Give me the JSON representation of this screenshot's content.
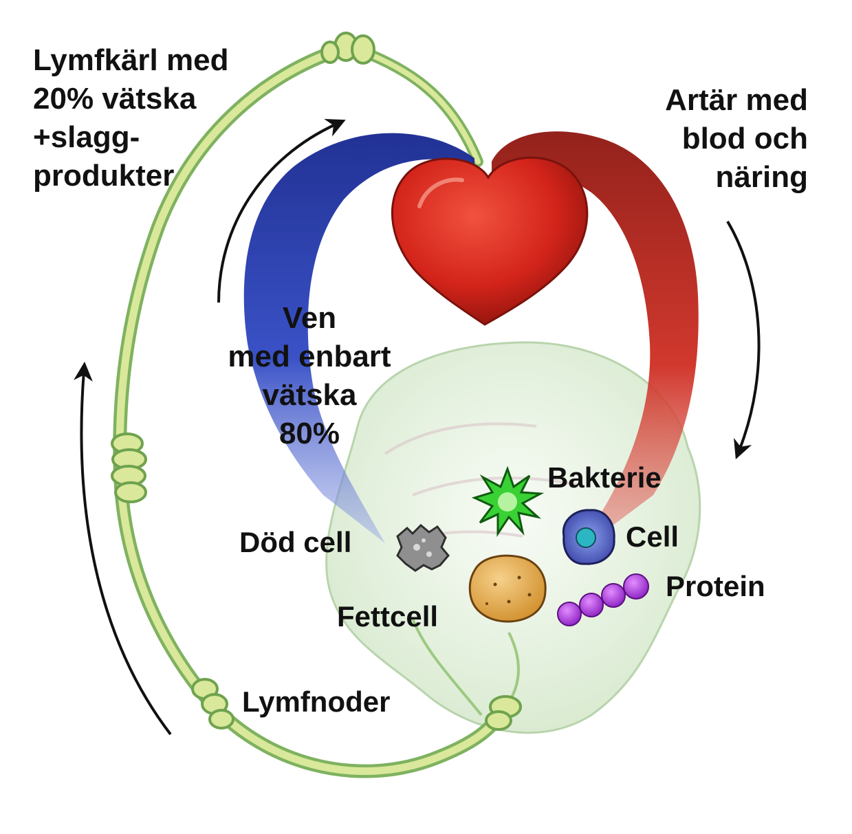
{
  "labels": {
    "lymph_vessel": [
      "Lymfkärl med",
      "20% vätska",
      "+slagg-",
      "produkter"
    ],
    "artery": [
      "Artär med",
      "blod och",
      "näring"
    ],
    "vein": [
      "Ven",
      "med enbart",
      "vätska",
      "80%"
    ],
    "bacteria": "Bakterie",
    "cell": "Cell",
    "protein": "Protein",
    "dead_cell": "Död cell",
    "fat_cell": "Fettcell",
    "lymph_nodes": "Lymfnoder"
  },
  "colors": {
    "artery": "#c8261d",
    "vein": "#2a3fb8",
    "heart": "#d42a1e",
    "lymph": "#c9de8a",
    "lymph_outline": "#7fb260",
    "tissue": "#dcecd6",
    "bacteria": "#3fd63a",
    "cell": "#4a55b8",
    "cell_nucleus": "#2cb6c4",
    "protein": "#a23ad8",
    "dead_cell": "#8a8a8a",
    "fat_cell": "#e2a84a",
    "arrow": "#111111"
  },
  "icons": [
    "heart",
    "artery",
    "vein",
    "lymph-vessel",
    "lymph-node",
    "tissue",
    "bacteria",
    "cell",
    "protein-chain",
    "dead-cell",
    "fat-cell",
    "flow-arrow"
  ]
}
